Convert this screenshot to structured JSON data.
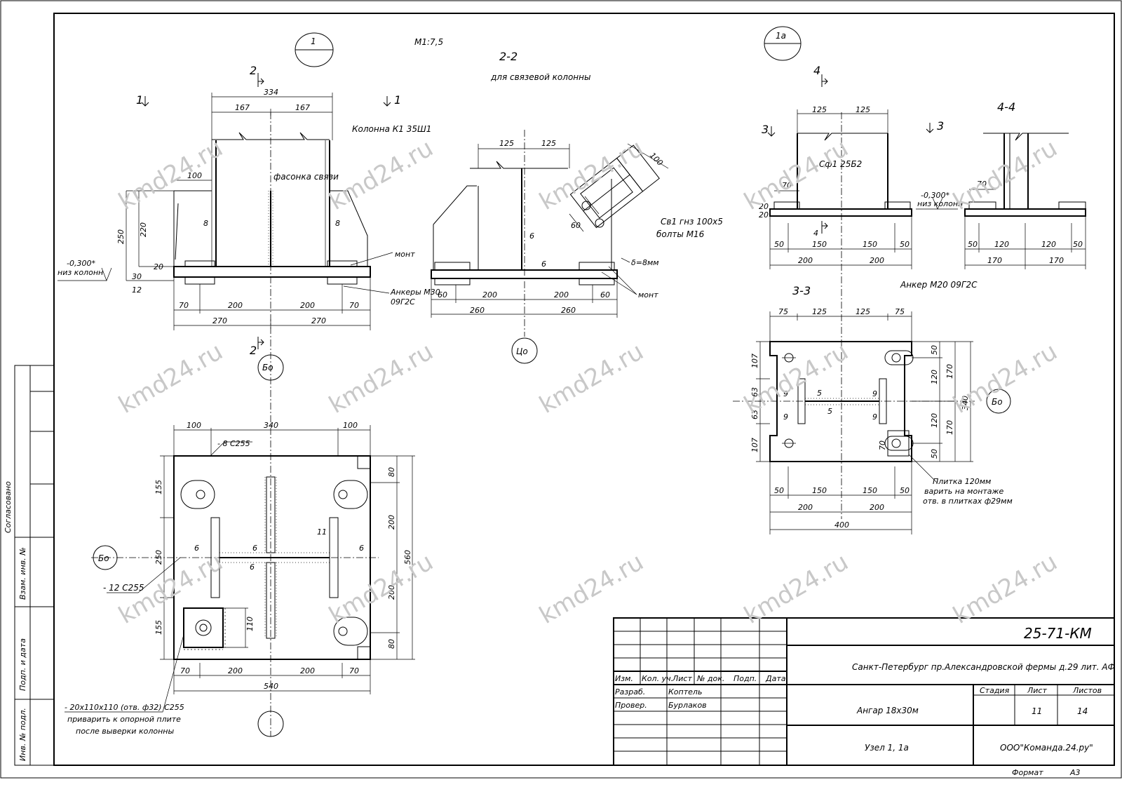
{
  "watermark": "kmd24.ru",
  "node_markers": {
    "n1": "1",
    "n1a": "1а"
  },
  "axes": {
    "bo": "Бо",
    "tso": "Цо"
  },
  "scale": "М1:7,5",
  "section_marks": {
    "s1": "1",
    "s2": "2",
    "s3": "3",
    "s4": "4"
  },
  "views": {
    "section22_title": "2-2",
    "section22_note": "для связевой колонны",
    "section33_title": "3-3",
    "section44_title": "4-4"
  },
  "labels": {
    "column_k1": "Колонна К1 35Ш1",
    "gusset": "фасонка связи",
    "level": "-0,300*",
    "level_note": "низ колонн",
    "mont": "монт",
    "anchors_m30": "Анкеры М30",
    "steel_09g2s": "09Г2С",
    "brace_sv1": "Св1 гнз 100х5",
    "bolts_m16": "болты М16",
    "delta8": "δ=8мм",
    "sf1": "Сф1 25Б2",
    "anchor_m20": "Анкер М20 09Г2С",
    "plate8": "- 8  С255",
    "plate12": "- 12  С255",
    "washer_line1": "- 20х110х110 (отв. ф32)   С255",
    "washer_line2": "приварить к опорной плите",
    "washer_line3": "после выверки колонны",
    "plate120_line1": "Плитка 120мм",
    "plate120_line2": "варить на монтаже",
    "plate120_line3": "отв. в плитках ф29мм"
  },
  "dims": {
    "d334": "334",
    "d167": "167",
    "d100": "100",
    "d250": "250",
    "d220": "220",
    "d30": "30",
    "d20": "20",
    "d12": "12",
    "d8": "8",
    "d200": "200",
    "d70": "70",
    "d270": "270",
    "d125": "125",
    "d60": "60",
    "d260": "260",
    "d6": "6",
    "d150": "150",
    "d50": "50",
    "d120": "120",
    "d170": "170",
    "d75": "75",
    "d107": "107",
    "d63": "63",
    "d9": "9",
    "d5": "5",
    "d340": "340",
    "d400": "400",
    "d80": "80",
    "d155": "155",
    "d560": "560",
    "d540": "540",
    "d110": "110",
    "d11": "11"
  },
  "side_stamps": {
    "agreed": "Согласовано",
    "vzam": "Взам. инв. №",
    "podp_date": "Подп. и дата",
    "inv_podl": "Инв. № подл."
  },
  "title_block": {
    "code": "25-71-КМ",
    "address": "Санкт-Петербург пр.Александровской фермы д.29 лит. АФ",
    "object": "Ангар 18х30м",
    "sheet_title": "Узел 1, 1а",
    "company": "ООО\"Команда.24.ру\"",
    "headers": [
      "Изм.",
      "Кол. уч.",
      "Лист",
      "№ док.",
      "Подп.",
      "Дата"
    ],
    "role_developed": "Разраб.",
    "role_checked": "Провер.",
    "name_developed": "Коптель",
    "name_checked": "Бурлаков",
    "stage_label": "Стадия",
    "sheet_label": "Лист",
    "sheets_label": "Листов",
    "sheet_value": "11",
    "sheets_value": "14",
    "format_label": "Формат",
    "format_value": "А3"
  }
}
